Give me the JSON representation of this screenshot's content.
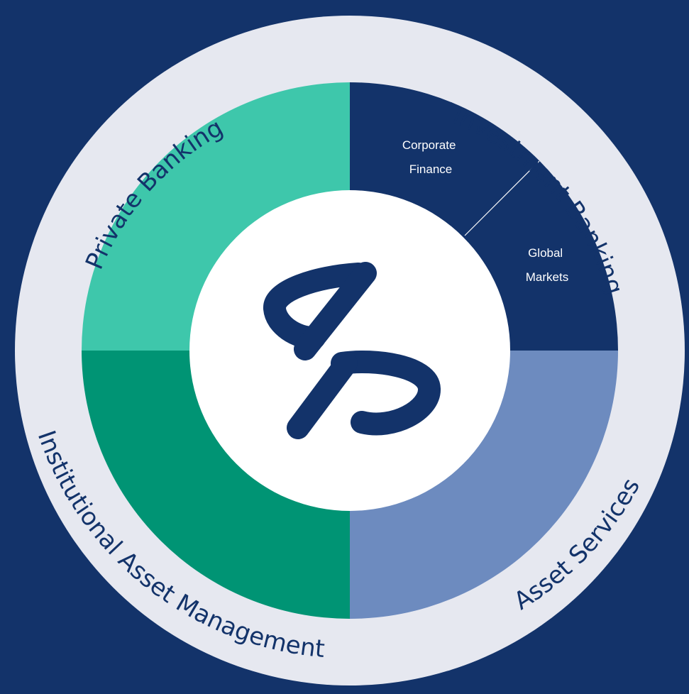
{
  "colors": {
    "background": "#13336a",
    "outer_ring": "#e6e8f0",
    "private_banking": "#3ec7ab",
    "institutional_asset_management": "#009474",
    "investment_banking": "#13336a",
    "asset_services": "#6d8bbf",
    "center": "#ffffff",
    "logo": "#13336a",
    "divider": "#ffffff"
  },
  "segments": {
    "private_banking": {
      "label": "Private Banking",
      "icon": "green-quadrant"
    },
    "investment_banking": {
      "label": "Investment Banking",
      "icon": "navy-quadrant"
    },
    "asset_services": {
      "label": "Asset Services",
      "icon": "blue-quadrant"
    },
    "institutional_asset_management": {
      "label": "Institutional Asset Management",
      "icon": "teal-quadrant"
    }
  },
  "sub_segments": {
    "corporate_finance": {
      "line1": "Corporate",
      "line2": "Finance"
    },
    "global_markets": {
      "line1": "Global",
      "line2": "Markets"
    }
  },
  "center": {
    "icon": "percent-logo-icon"
  }
}
